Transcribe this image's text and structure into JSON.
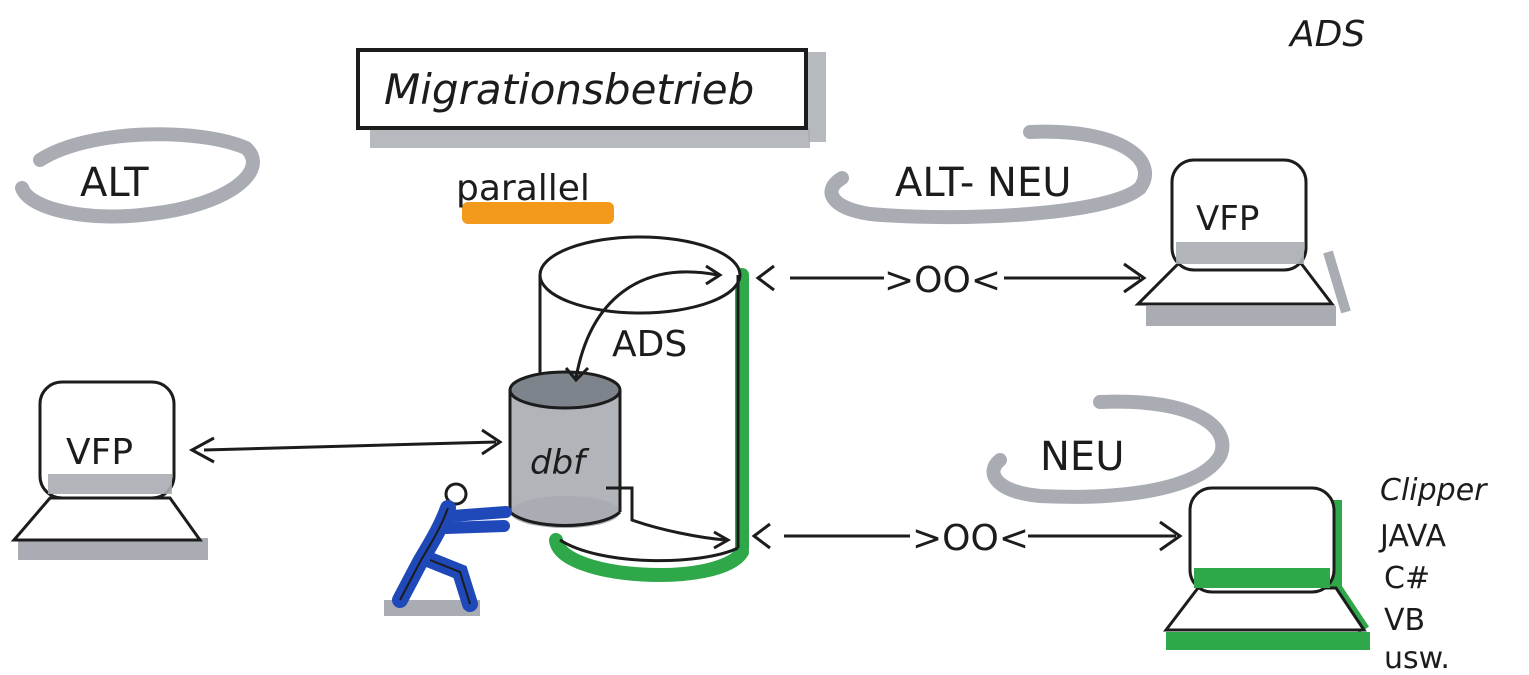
{
  "corner_label": "ADS",
  "title": "Migrationsbetrieb",
  "subtitle": "parallel",
  "zones": {
    "old": "ALT",
    "old_new": "ALT- NEU",
    "new": "NEU"
  },
  "server": {
    "label": "ADS",
    "inner_store": "dbf"
  },
  "clients": {
    "legacy": "VFP",
    "migrated": "VFP"
  },
  "links": {
    "top_connector": ">OO<",
    "bottom_connector": ">OO<"
  },
  "new_client_languages": [
    "Clipper",
    "JAVA",
    "C#",
    "VB",
    "usw."
  ],
  "colors": {
    "ink": "#1c1c1c",
    "shadow_gray": "#a9adb3",
    "highlight_orange": "#f39a1c",
    "marker_green": "#2fa84a",
    "figure_blue": "#1f48b8"
  }
}
